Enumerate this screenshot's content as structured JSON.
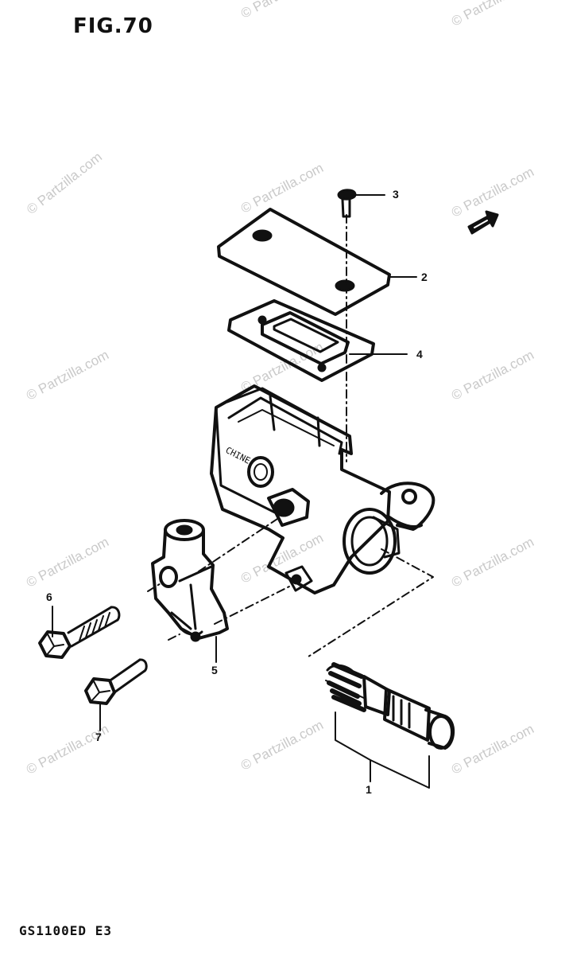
{
  "figure": {
    "title": "FIG.70",
    "model_code": "GS1100ED E3"
  },
  "watermark_text": "© Partzilla.com",
  "body_marking": "CHINE",
  "callouts": [
    {
      "id": "callout-1",
      "label": "1"
    },
    {
      "id": "callout-2",
      "label": "2"
    },
    {
      "id": "callout-3",
      "label": "3"
    },
    {
      "id": "callout-4",
      "label": "4"
    },
    {
      "id": "callout-5",
      "label": "5"
    },
    {
      "id": "callout-6",
      "label": "6"
    },
    {
      "id": "callout-7",
      "label": "7"
    }
  ],
  "colors": {
    "ink": "#111111",
    "watermark": "#c9c9c9"
  }
}
